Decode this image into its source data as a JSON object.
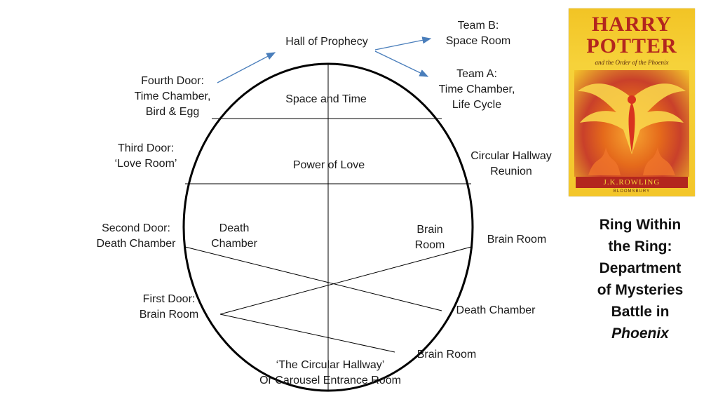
{
  "diagram": {
    "hall": "Hall of Prophecy",
    "team_b": [
      "Team B:",
      "Space Room"
    ],
    "team_a": [
      "Team A:",
      "Time Chamber,",
      "Life Cycle"
    ],
    "fourth_door": [
      "Fourth Door:",
      "Time Chamber,",
      "Bird & Egg"
    ],
    "space_time": "Space and Time",
    "third_door": [
      "Third Door:",
      "‘Love Room’"
    ],
    "power_of_love": "Power of Love",
    "circular_reunion": [
      "Circular Hallway",
      "Reunion"
    ],
    "second_door": [
      "Second Door:",
      "Death Chamber"
    ],
    "death_chamber_inner": [
      "Death",
      "Chamber"
    ],
    "brain_room_inner": [
      "Brain",
      "Room"
    ],
    "brain_room_right": "Brain Room",
    "first_door": [
      "First Door:",
      "Brain Room"
    ],
    "death_chamber_right": "Death Chamber",
    "brain_room_bottom_right": "Brain Room",
    "entrance": [
      "‘The Circular Hallway’",
      "Or Carousel Entrance Room"
    ]
  },
  "book": {
    "title_line1": "HARRY",
    "title_line2": "POTTER",
    "subtitle": "and the Order of the Phoenix",
    "author": "J.K.ROWLING",
    "publisher": "BLOOMSBURY",
    "colors": {
      "background": "#f3c62a",
      "title": "#b3261e"
    }
  },
  "caption": {
    "line1": "Ring Within",
    "line2": "the Ring:",
    "line3": "Department",
    "line4": "of Mysteries",
    "line5": "Battle in",
    "line6": "Phoenix"
  },
  "colors": {
    "arrow": "#4a7ebb",
    "line": "#000000"
  }
}
